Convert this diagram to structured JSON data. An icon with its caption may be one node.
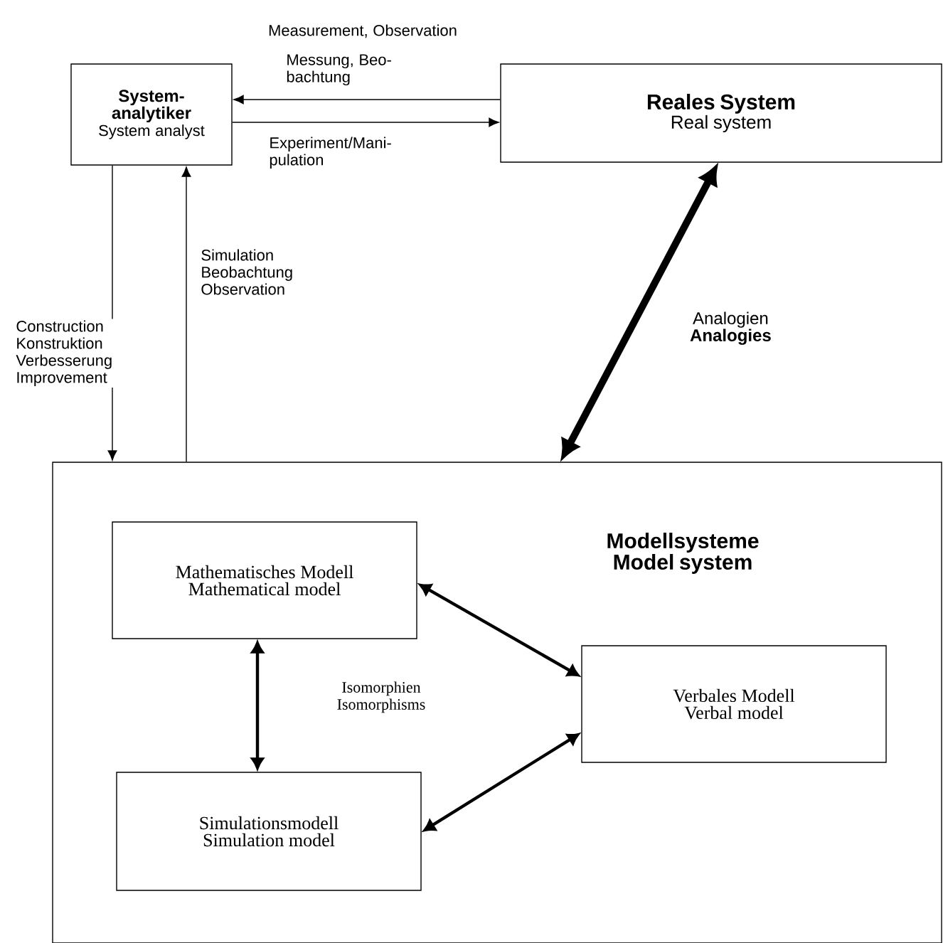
{
  "diagram": {
    "nodes": [
      {
        "text": [
          "System- analytiker",
          "System analyst"
        ]
      },
      {
        "text": [
          "Reales System",
          "Real system"
        ]
      },
      {
        "text": [
          "Modellsysteme Model system"
        ]
      },
      {
        "text": [
          "Mathematisches Modell Mathematical model"
        ],
        "in": 2
      },
      {
        "text": [
          "Verbales Modell Verbal model"
        ],
        "in": 2
      },
      {
        "text": [
          "Simulationsmodell Simulation model"
        ],
        "in": 2
      }
    ],
    "edges": [
      {
        "from": 1,
        "to": 0,
        "arrow": "to",
        "label": "Messung, Beo- bachtung"
      },
      {
        "from": 0,
        "to": 1,
        "arrow": "to",
        "label": "Experiment/Mani- pulation"
      },
      {
        "from": 0,
        "to": 2,
        "arrow": "to",
        "label": "Construction Konstruktion Verbesserung Improvement"
      },
      {
        "from": 2,
        "to": 0,
        "arrow": "to",
        "label": "Simulation Beobachtung Observation"
      },
      {
        "from": 2,
        "to": 1,
        "arrow": "both",
        "style": "thick",
        "label": "Analogien **Analogies**"
      },
      {
        "from": 3,
        "to": 4,
        "arrow": "both",
        "style": "thick"
      },
      {
        "from": 3,
        "to": 5,
        "arrow": "both",
        "style": "thick"
      },
      {
        "from": 5,
        "to": 4,
        "arrow": "both",
        "style": "thick"
      }
    ],
    "labels": [
      "Measurement, Observation",
      "Isomorphien Isomorphisms"
    ]
  }
}
